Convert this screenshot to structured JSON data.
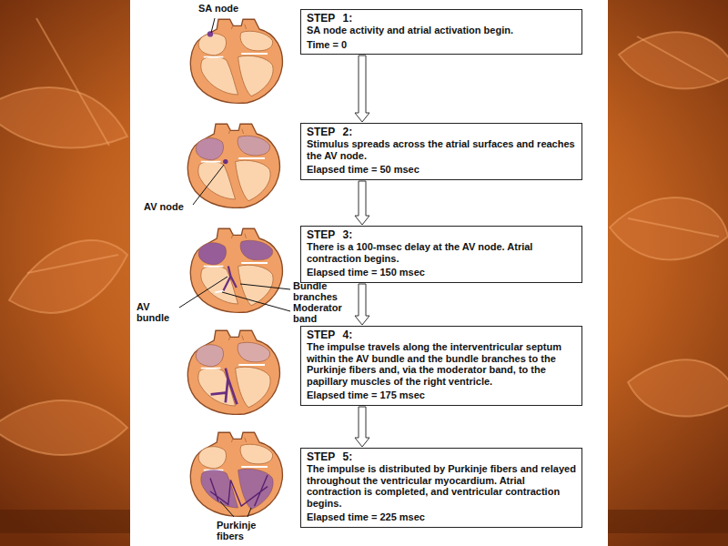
{
  "diagram": {
    "nodes": [
      {
        "text": [
          "STEP 1:",
          "SA node activity and atrial activation begin.",
          "Time = 0"
        ]
      },
      {
        "text": [
          "STEP 2:",
          "Stimulus spreads across the atrial surfaces and reaches the AV node.",
          "Elapsed time = 50 msec"
        ]
      },
      {
        "text": [
          "STEP 3:",
          "There is a 100-msec delay at the AV node. Atrial contraction begins.",
          "Elapsed time = 150 msec"
        ]
      },
      {
        "text": [
          "STEP 4:",
          "The impulse travels along the interventricular septum within the AV bundle and the bundle branches to the Purkinje fibers and, via the moderator band, to the papillary muscles of the right ventricle.",
          "Elapsed time = 175 msec"
        ]
      },
      {
        "text": [
          "STEP 5:",
          "The impulse is distributed by Purkinje fibers and relayed throughout the ventricular myocardium. Atrial contraction is completed, and ventricular contraction begins.",
          "Elapsed time = 225 msec"
        ]
      }
    ],
    "edges": [
      {
        "from": 0,
        "to": 1,
        "arrow": "to"
      },
      {
        "from": 1,
        "to": 2,
        "arrow": "to"
      },
      {
        "from": 2,
        "to": 3,
        "arrow": "to"
      },
      {
        "from": 3,
        "to": 4,
        "arrow": "to"
      }
    ],
    "labels": [
      "SA node",
      "AV node",
      "Bundle branches",
      "AV bundle",
      "Moderator band",
      "Purkinje fibers"
    ]
  }
}
